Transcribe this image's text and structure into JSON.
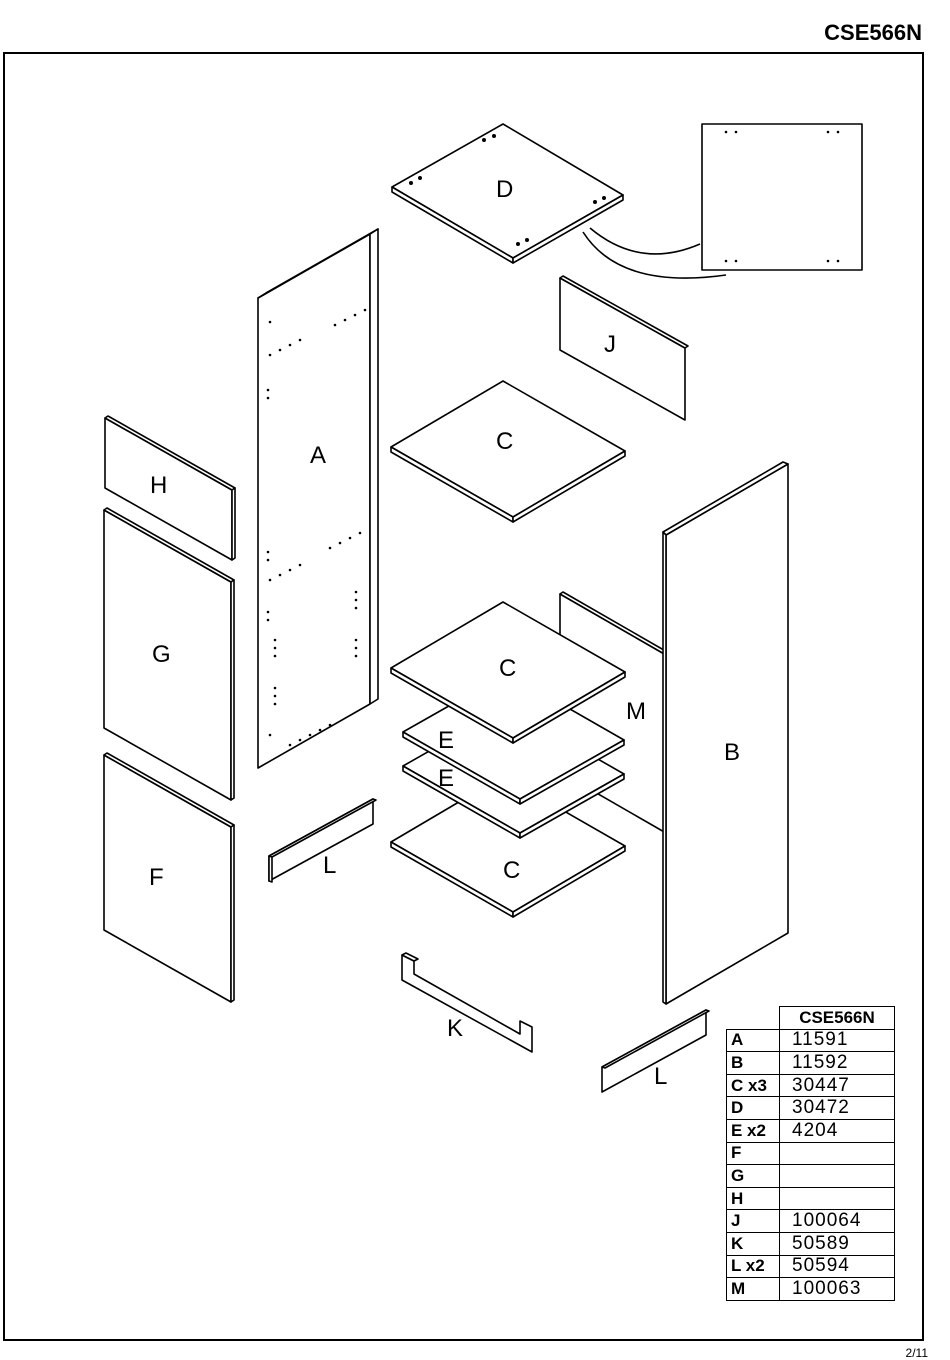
{
  "header": {
    "title": "CSE566N"
  },
  "parts": [
    {
      "id": "A",
      "label": "A"
    },
    {
      "id": "B",
      "label": "B"
    },
    {
      "id": "C1",
      "label": "C"
    },
    {
      "id": "C2",
      "label": "C"
    },
    {
      "id": "C3",
      "label": "C"
    },
    {
      "id": "D",
      "label": "D"
    },
    {
      "id": "E1",
      "label": "E"
    },
    {
      "id": "E2",
      "label": "E"
    },
    {
      "id": "F",
      "label": "F"
    },
    {
      "id": "G",
      "label": "G"
    },
    {
      "id": "H",
      "label": "H"
    },
    {
      "id": "J",
      "label": "J"
    },
    {
      "id": "K",
      "label": "K"
    },
    {
      "id": "L1",
      "label": "L"
    },
    {
      "id": "L2",
      "label": "L"
    },
    {
      "id": "M",
      "label": "M"
    }
  ],
  "table": {
    "header": "CSE566N",
    "rows": [
      {
        "label": "A",
        "value": "11591"
      },
      {
        "label": "B",
        "value": "11592"
      },
      {
        "label": "C x3",
        "value": "30447"
      },
      {
        "label": "D",
        "value": "30472"
      },
      {
        "label": "E x2",
        "value": "4204"
      },
      {
        "label": "F",
        "value": ""
      },
      {
        "label": "G",
        "value": ""
      },
      {
        "label": "H",
        "value": ""
      },
      {
        "label": "J",
        "value": "100064"
      },
      {
        "label": "K",
        "value": "50589"
      },
      {
        "label": "L x2",
        "value": "50594"
      },
      {
        "label": "M",
        "value": "100063"
      }
    ]
  },
  "footer": {
    "page": "2/11"
  }
}
